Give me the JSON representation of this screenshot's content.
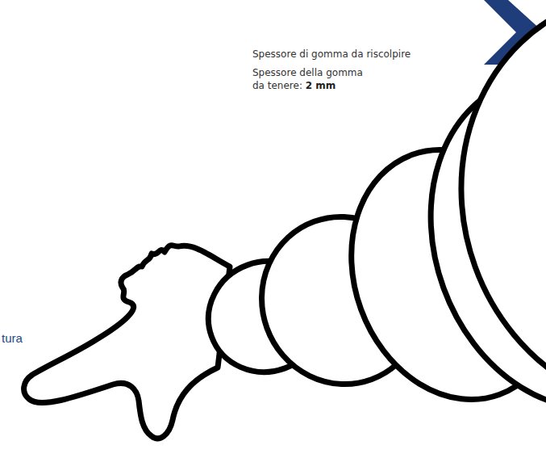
{
  "diagram": {
    "labels": [
      "Spessore di gomma da riscolpire",
      "Spessore della gomma da tenere:",
      "2 mm",
      "tura"
    ]
  }
}
